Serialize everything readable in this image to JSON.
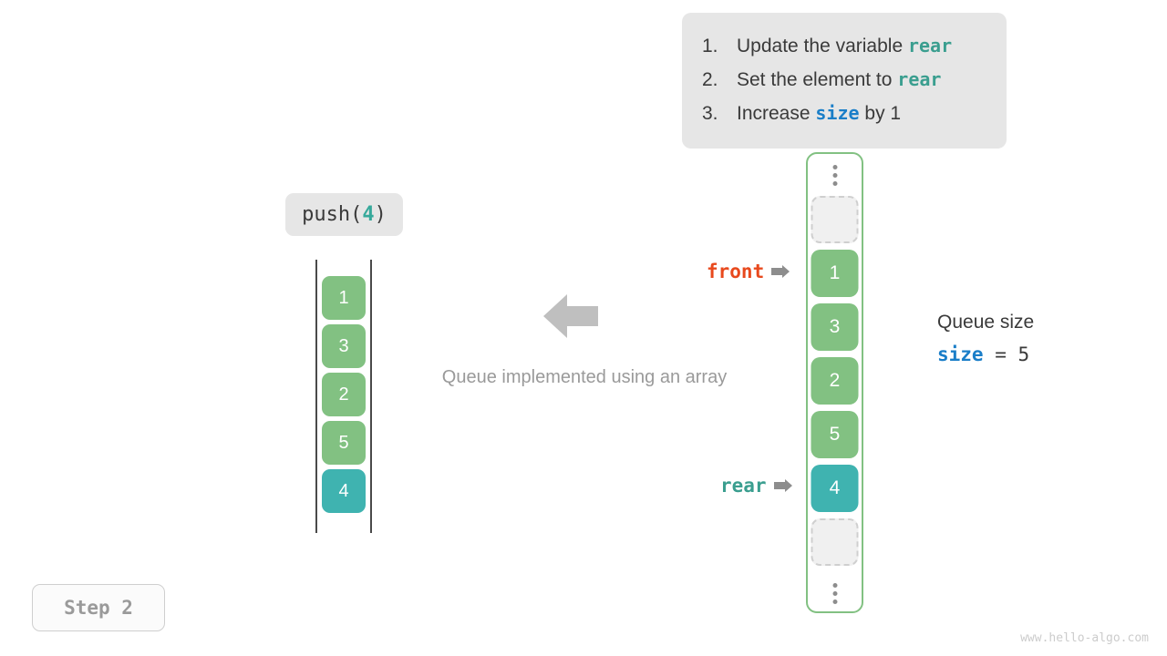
{
  "instructions": {
    "steps": [
      {
        "num": "1.",
        "pre": "Update the variable ",
        "code": "rear",
        "code_kind": "rear",
        "post": ""
      },
      {
        "num": "2.",
        "pre": "Set the element to ",
        "code": "rear",
        "code_kind": "rear",
        "post": ""
      },
      {
        "num": "3.",
        "pre": "Increase ",
        "code": "size",
        "code_kind": "size",
        "post": " by 1"
      }
    ]
  },
  "operation": {
    "name": "push(",
    "argument": "4",
    "close": ")"
  },
  "left_array": {
    "values": [
      "1",
      "3",
      "2",
      "5",
      "4"
    ],
    "highlight_index": 4
  },
  "middle": {
    "arrow_icon": "arrow-left-icon",
    "caption": "Queue implemented using an array"
  },
  "pointers": {
    "front": {
      "label": "front",
      "arrow": "➤",
      "color": "#e8491d"
    },
    "rear": {
      "label": "rear",
      "arrow": "➤",
      "color": "#3a9e8f"
    }
  },
  "right_array": {
    "top_ellipsis": "vertical-ellipsis",
    "bottom_ellipsis": "vertical-ellipsis",
    "cells": [
      {
        "value": "",
        "state": "empty"
      },
      {
        "value": "1",
        "state": "green"
      },
      {
        "value": "3",
        "state": "green"
      },
      {
        "value": "2",
        "state": "green"
      },
      {
        "value": "5",
        "state": "green"
      },
      {
        "value": "4",
        "state": "teal"
      },
      {
        "value": "",
        "state": "empty"
      }
    ]
  },
  "size_panel": {
    "title": "Queue size",
    "var": "size",
    "equals": " = ",
    "value": "5"
  },
  "step_badge": {
    "label": "Step 2"
  },
  "watermark": {
    "text": "www.hello-algo.com"
  },
  "colors": {
    "green": "#82c182",
    "teal": "#3fb3b0",
    "front": "#e8491d",
    "rear": "#3a9e8f",
    "size": "#1a7ec8",
    "card_bg": "#e6e6e6",
    "muted": "#9a9a9a"
  }
}
